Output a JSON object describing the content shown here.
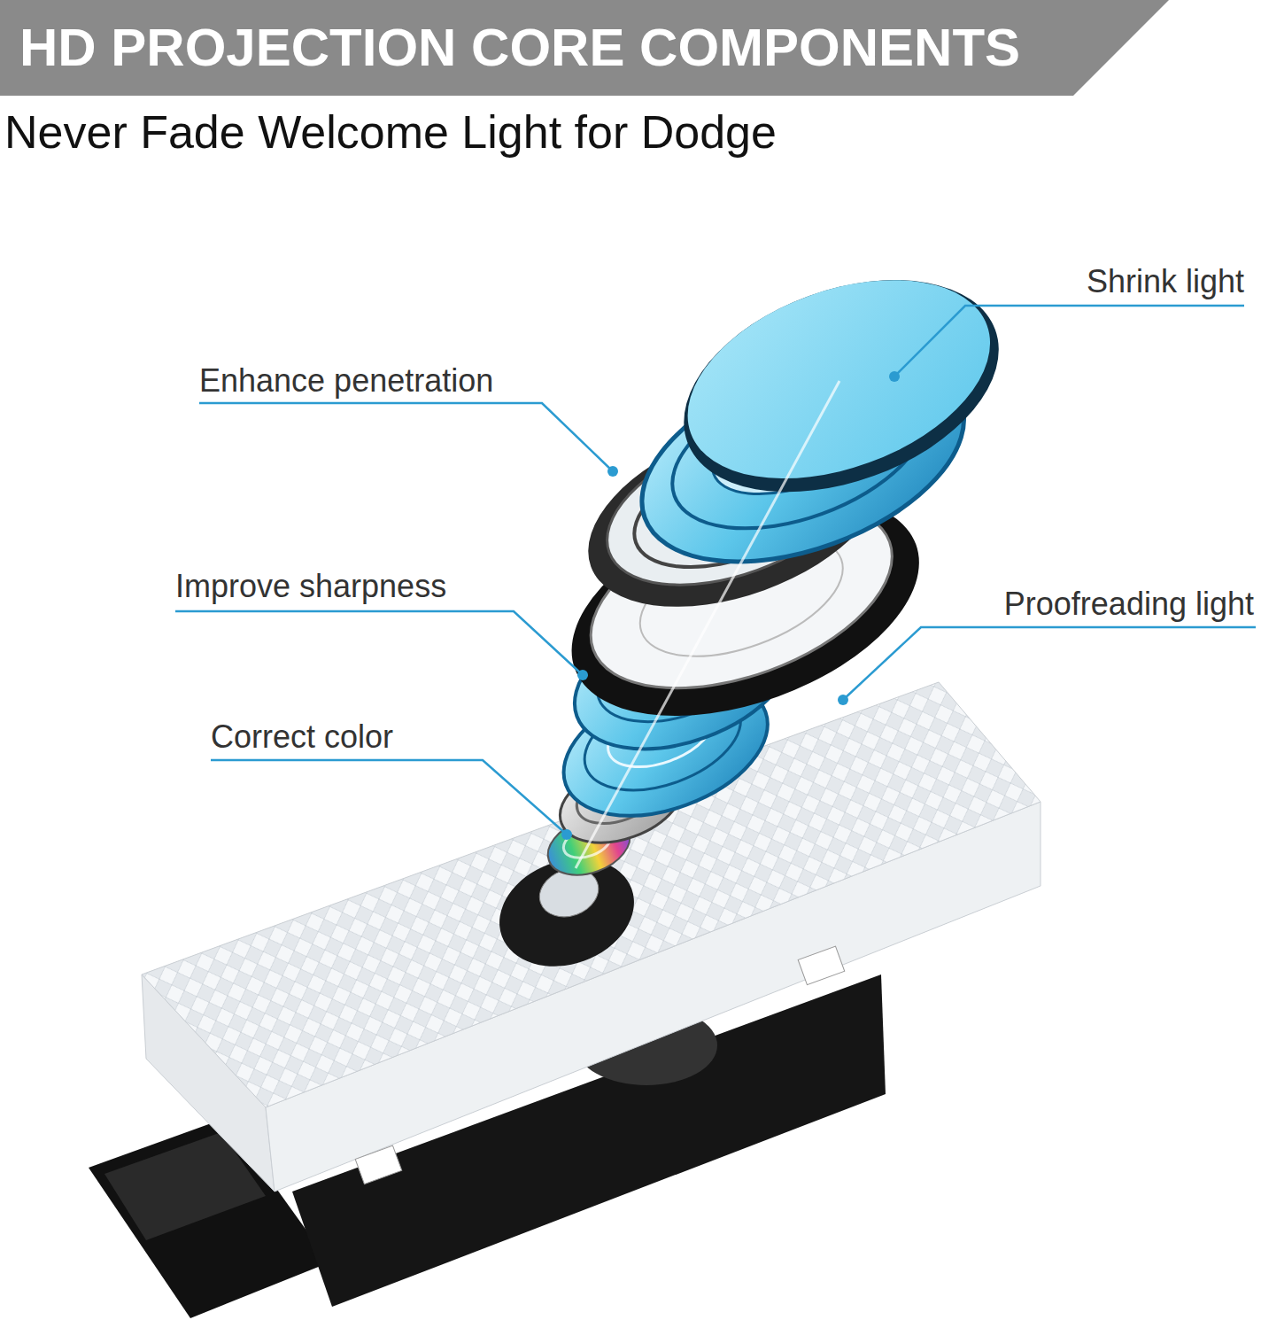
{
  "diagram": {
    "title": "HD PROJECTION CORE COMPONENTS",
    "labels": [
      "Never Fade Welcome Light for Dodge",
      "Shrink light",
      "Enhance penetration",
      "Improve sharpness",
      "Proofreading light",
      "Correct color"
    ]
  }
}
